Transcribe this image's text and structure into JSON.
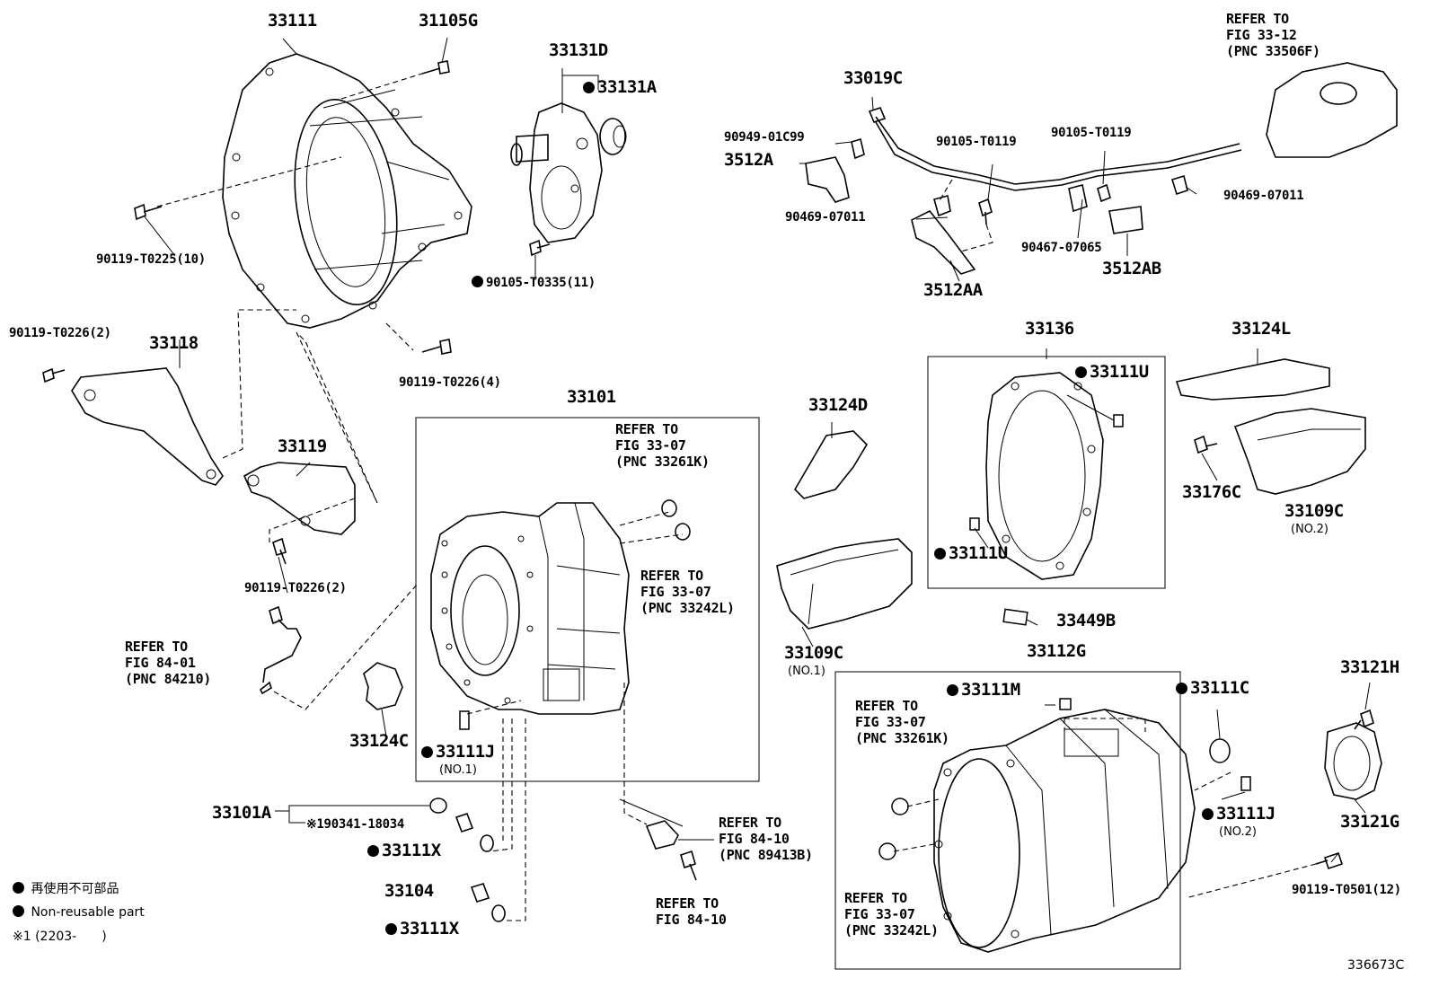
{
  "diagram_id": "336673C",
  "legend": {
    "non_reusable_jp": "再使用不可部品",
    "non_reusable_en": "Non-reusable part",
    "note_1": "※1 (2203-　　)"
  },
  "parts": {
    "p33111": "33111",
    "p31105G": "31105G",
    "p33131D": "33131D",
    "p33131A": "33131A",
    "p90119_T0225": "90119-T0225(10)",
    "p90105_T0335": "90105-T0335(11)",
    "p90119_T0226_2a": "90119-T0226(2)",
    "p33118": "33118",
    "p90119_T0226_4": "90119-T0226(4)",
    "p33119": "33119",
    "p90119_T0226_2b": "90119-T0226(2)",
    "p33101": "33101",
    "p33124C": "33124C",
    "p33111J_1": "33111J",
    "p33111J_1_no": "(NO.1)",
    "p33101A": "33101A",
    "p90341_18034": "※190341-18034",
    "p33111X_a": "33111X",
    "p33104": "33104",
    "p33111X_b": "33111X",
    "p33019C": "33019C",
    "p90949_01C99": "90949-01C99",
    "p3512A": "3512A",
    "p90105_T0119_a": "90105-T0119",
    "p90105_T0119_b": "90105-T0119",
    "p90469_07011_a": "90469-07011",
    "p90469_07011_b": "90469-07011",
    "p90467_07065": "90467-07065",
    "p3512AB": "3512AB",
    "p3512AA": "3512AA",
    "p33136": "33136",
    "p33111U_a": "33111U",
    "p33111U_b": "33111U",
    "p33124L": "33124L",
    "p33124D": "33124D",
    "p33176C": "33176C",
    "p33109C_2": "33109C",
    "p33109C_2_no": "(NO.2)",
    "p33109C_1": "33109C",
    "p33109C_1_no": "(NO.1)",
    "p33449B": "33449B",
    "p33112G": "33112G",
    "p33111M": "33111M",
    "p33111C": "33111C",
    "p33121H": "33121H",
    "p33111J_2": "33111J",
    "p33111J_2_no": "(NO.2)",
    "p33121G": "33121G",
    "p90119_T0501": "90119-T0501(12)"
  },
  "refs": {
    "r1": "REFER TO\nFIG 33-12\n(PNC 33506F)",
    "r2": "REFER TO\nFIG 33-07\n(PNC 33261K)",
    "r3": "REFER TO\nFIG 33-07\n(PNC 33242L)",
    "r4": "REFER TO\nFIG 84-01\n(PNC 84210)",
    "r5": "REFER TO\nFIG 84-10\n(PNC 89413B)",
    "r6": "REFER TO\nFIG 84-10",
    "r7": "REFER TO\nFIG 33-07\n(PNC 33261K)",
    "r8": "REFER TO\nFIG 33-07\n(PNC 33242L)"
  }
}
